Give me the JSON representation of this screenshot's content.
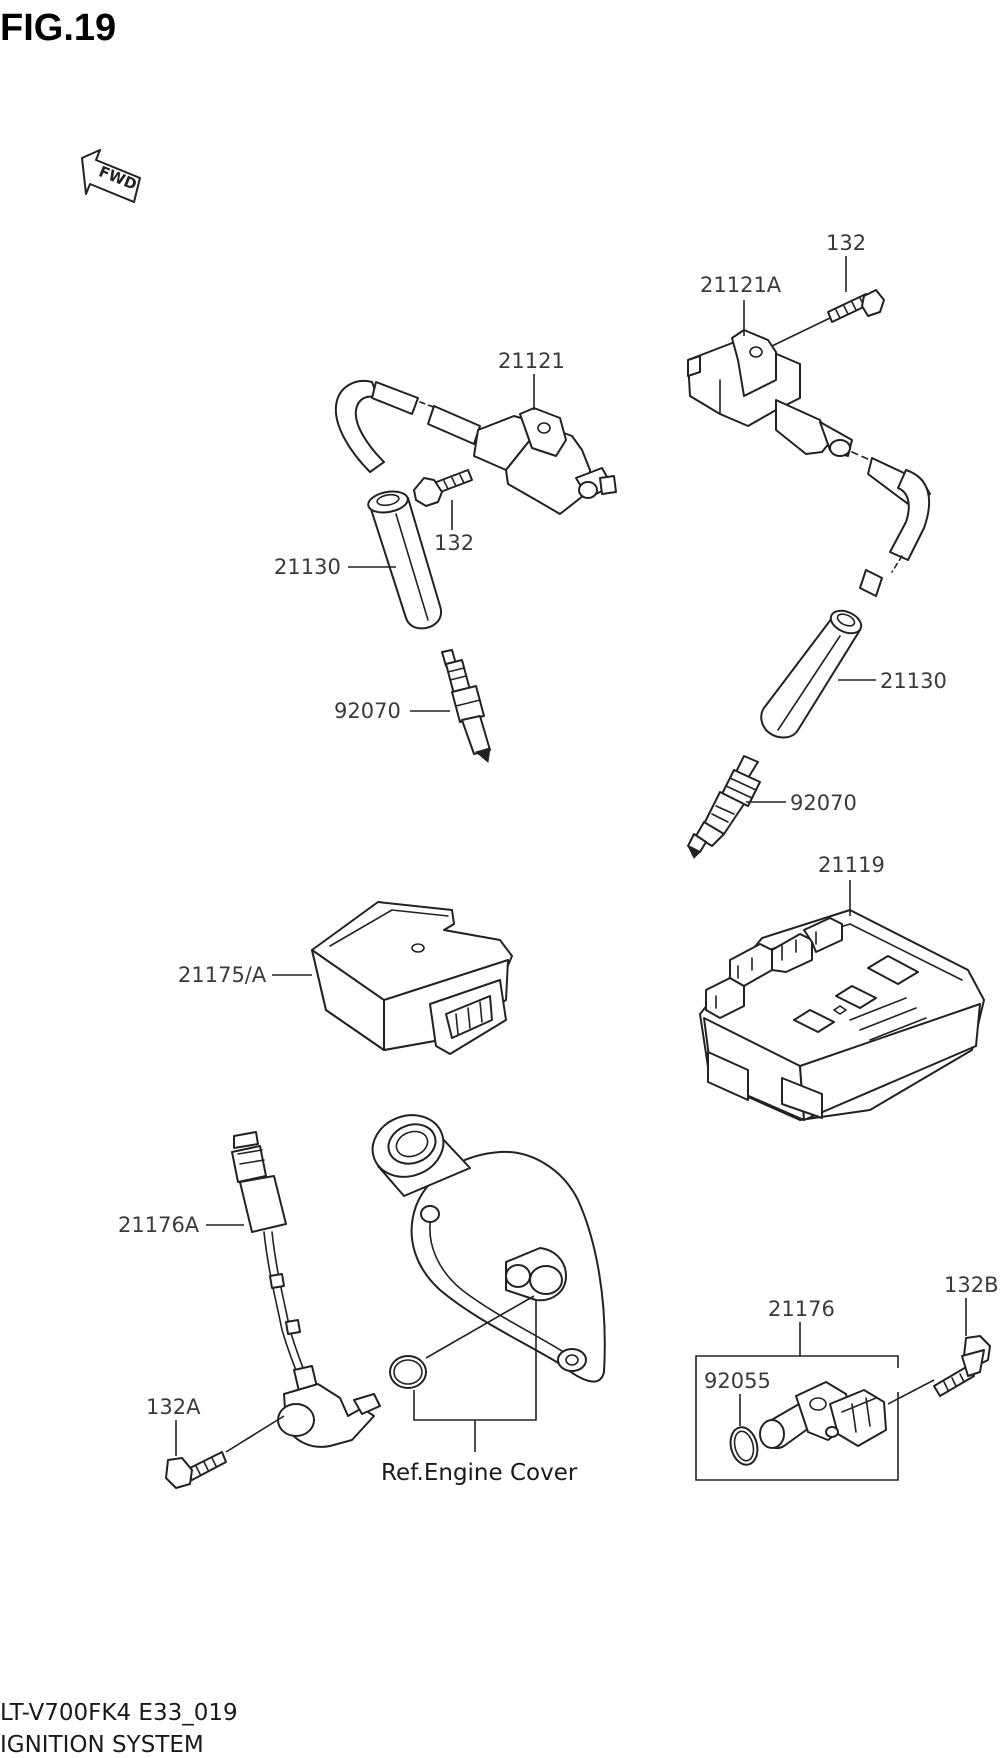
{
  "figure": {
    "title": "FIG.19",
    "fwd_label": "FWD",
    "model_code": "LT-V700FK4 E33_019",
    "section_title": "IGNITION SYSTEM"
  },
  "callouts": {
    "bolt_132_top": "132",
    "coil_21121A": "21121A",
    "coil_21121": "21121",
    "bolt_132_mid": "132",
    "cap_21130_left": "21130",
    "cap_21130_right": "21130",
    "plug_92070_left": "92070",
    "plug_92070_right": "92070",
    "ecm_21119": "21119",
    "unit_21175A": "21175/A",
    "sensor_21176A": "21176A",
    "bolt_132A": "132A",
    "bolt_132B": "132B",
    "sensor_21176": "21176",
    "oring_92055": "92055",
    "ref_engine_cover": "Ref.Engine Cover"
  }
}
